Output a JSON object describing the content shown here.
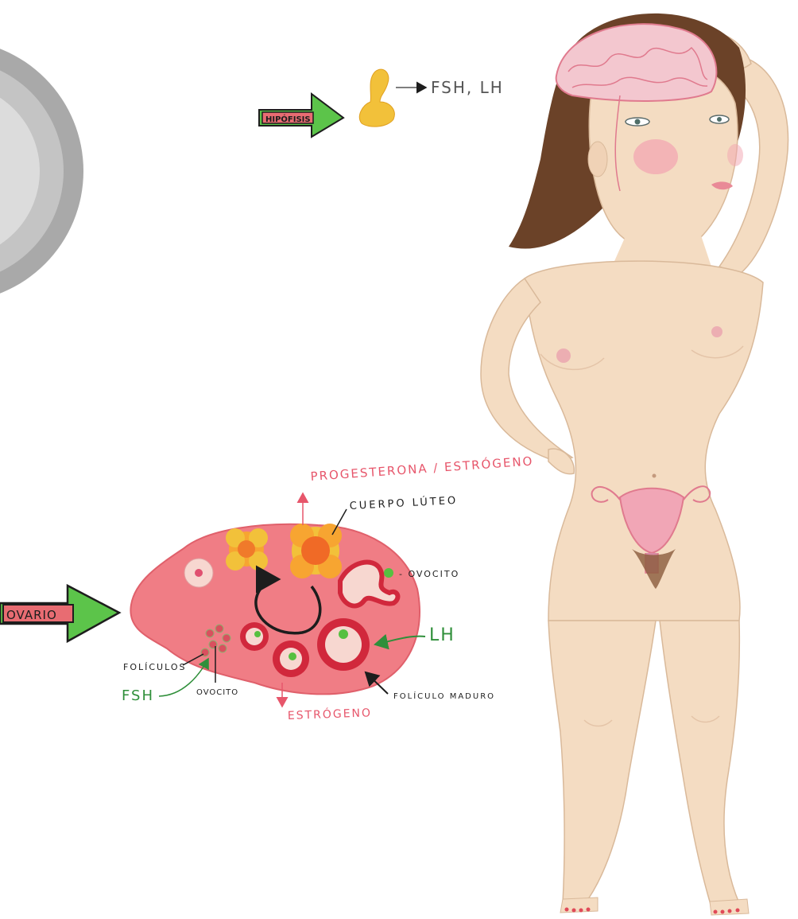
{
  "colors": {
    "pink_label": "#e7566b",
    "green_label": "#2f8f3a",
    "black_label": "#1d1d1d",
    "ovary": "#f07d85",
    "skin": "#f4dcc2",
    "hair": "#6b4228",
    "brain": "#e89aa8",
    "arrow_green": "#5cc44a",
    "arrow_red": "#e86c72",
    "pituitary": "#f2c13a",
    "circle_outer": "#a9a9a9",
    "circle_mid": "#c4c4c4",
    "circle_inner": "#dcdcdc"
  },
  "labels": {
    "hipofisis": "HIPÓFISIS",
    "fsh_lh": "FSH, LH",
    "ovario": "OVARIO",
    "progesterona_estrogeno": "PROGESTERONA / ESTRÓGENO",
    "cuerpo_luteo": "CUERPO LÚTEO",
    "ovocito_top": "- OVOCITO",
    "lh": "LH",
    "foliculos": "FOLÍCULOS",
    "fsh": "FSH",
    "ovocito_bottom": "OVOCITO",
    "estrogeno": "ESTRÓGENO",
    "foliculo_maduro": "FOLÍCULO MADURO"
  },
  "icons": [
    "hipofisis-arrow-icon",
    "ovario-arrow-icon",
    "pituitary-gland-icon",
    "brain-icon",
    "uterus-icon",
    "ovary-icon",
    "corpus-luteum-flower-icon",
    "follicle-icon",
    "cycle-arrow-icon"
  ]
}
